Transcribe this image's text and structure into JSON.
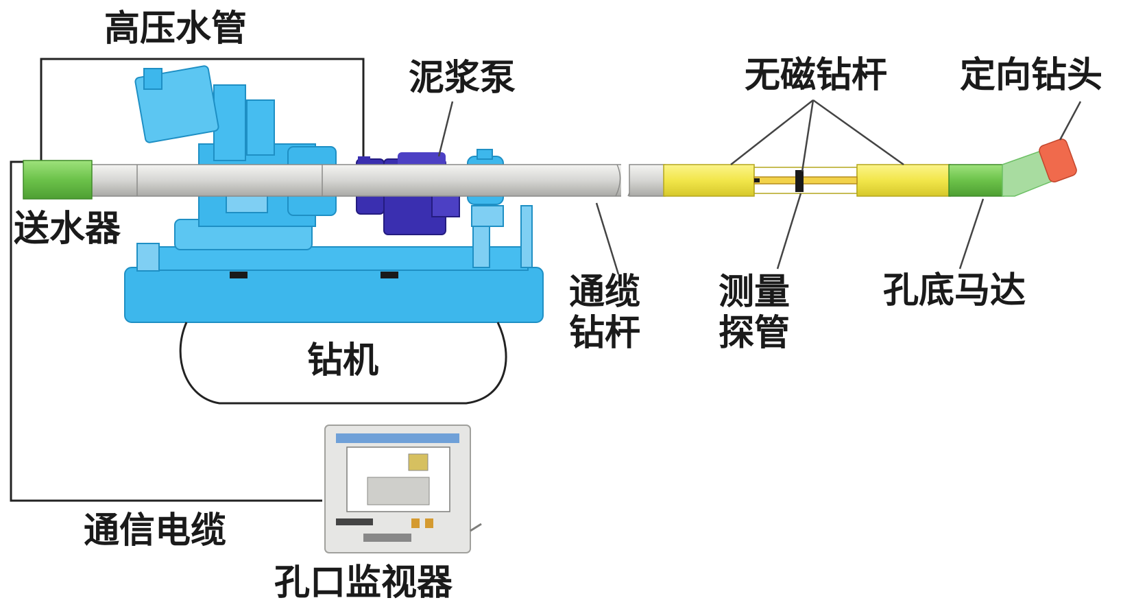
{
  "labels": {
    "high_pressure_hose": "高压水管",
    "mud_pump": "泥浆泵",
    "water_feeder": "送水器",
    "drill_rig": "钻机",
    "cable_drill_rod_1": "通缆",
    "cable_drill_rod_2": "钻杆",
    "nonmagnetic_drill_rod": "无磁钻杆",
    "directional_bit": "定向钻头",
    "measuring_probe_1": "测量",
    "measuring_probe_2": "探管",
    "downhole_motor": "孔底马达",
    "comm_cable": "通信电缆",
    "surface_monitor": "孔口监视器"
  },
  "colors": {
    "rig": "#3db7ec",
    "rig_dark": "#1e8fc4",
    "pump": "#3a2fb0",
    "rod": "#d8d8d6",
    "feeder": "#6cc24a",
    "nonmag": "#f2e64a",
    "motor": "#6cc24a",
    "bend": "#a8dca0",
    "bit": "#f06a4c",
    "monitor_body": "#e6e6e4"
  }
}
